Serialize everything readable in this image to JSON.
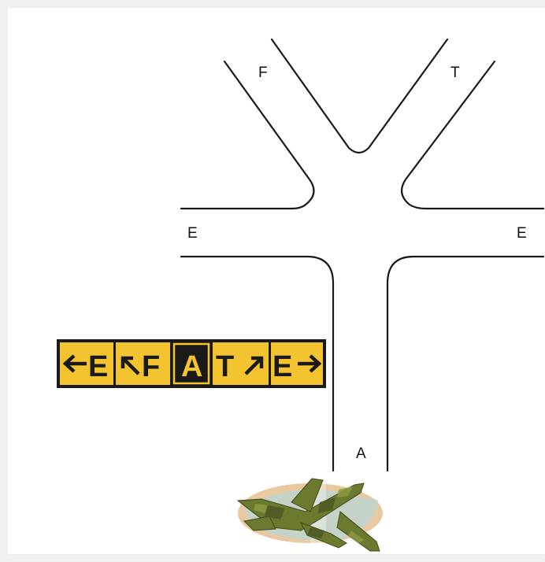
{
  "taxiway_labels": {
    "F": "F",
    "T": "T",
    "E_left": "E",
    "E_right": "E",
    "A": "A"
  },
  "sign": {
    "panels": [
      {
        "arrow": "←",
        "letter": "E",
        "arrow_side": "left"
      },
      {
        "arrow": "↖",
        "letter": "F",
        "arrow_side": "left"
      },
      {
        "arrow": "",
        "letter": "A",
        "location": true
      },
      {
        "arrow": "↗",
        "letter": "T",
        "arrow_side": "right"
      },
      {
        "arrow": "→",
        "letter": "E",
        "arrow_side": "right"
      }
    ]
  },
  "colors": {
    "sign_yellow": "#f4c430",
    "sign_black": "#1a1a1a",
    "line": "#1a1a1a",
    "aircraft": "#6b7a2e",
    "ground_tan": "#e8c9a0",
    "ground_blue": "#b9d4d6"
  },
  "icons": {
    "aircraft": "airplane-icon"
  }
}
